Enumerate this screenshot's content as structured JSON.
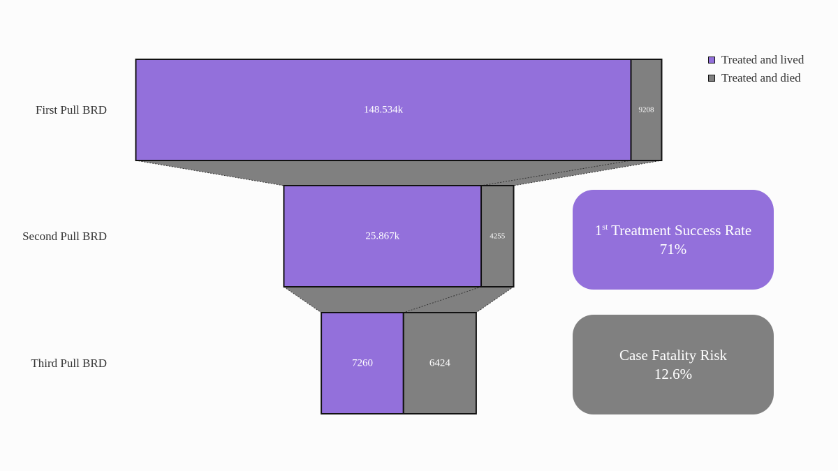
{
  "chart_data": {
    "type": "funnel",
    "stages": [
      {
        "label": "First Pull BRD",
        "lived": 148534,
        "died": 9208,
        "lived_label": "148.534k",
        "died_label": "9208"
      },
      {
        "label": "Second Pull BRD",
        "lived": 25867,
        "died": 4255,
        "lived_label": "25.867k",
        "died_label": "4255"
      },
      {
        "label": "Third Pull BRD",
        "lived": 7260,
        "died": 6424,
        "lived_label": "7260",
        "died_label": "6424"
      }
    ],
    "legend": {
      "position": "top-right",
      "entries": [
        "Treated and lived",
        "Treated and died"
      ]
    },
    "colors": {
      "lived": "#9370db",
      "died": "#808080",
      "connector": "#808080",
      "outline": "#111111"
    }
  },
  "kpis": {
    "success": {
      "ordinal_num": "1",
      "ordinal_suffix": "st",
      "label": " Treatment Success Rate",
      "value": "71%",
      "color": "#9370db"
    },
    "fatality": {
      "label": "Case Fatality Risk",
      "value": "12.6%",
      "color": "#808080"
    }
  }
}
